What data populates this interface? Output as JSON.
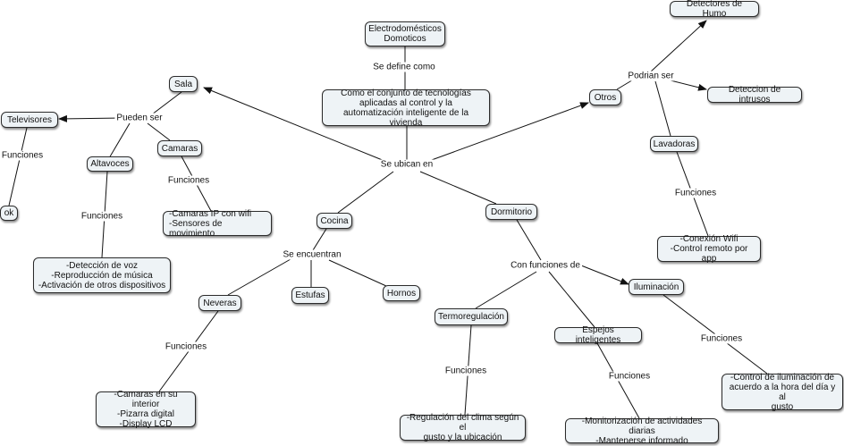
{
  "nodes": {
    "electro": "Electrodomésticos\nDomoticos",
    "concepto": "Como el conjunto de tecnologías\naplicadas al control y la\nautomatización inteligente de la vivienda",
    "sala": "Sala",
    "televisores": "Televisores",
    "ok": "ok",
    "altavoces": "Altavoces",
    "altavoces_f": "-Detección de voz\n-Reproducción de música\n-Activación de otros dispositivos",
    "camaras": "Camaras",
    "camaras_f": "-Camaras IP con wifi\n-Sensores de movimiento",
    "cocina": "Cocina",
    "neveras": "Neveras",
    "neveras_f": "-Camaras en su interior\n-Pizarra digital\n-Display LCD",
    "estufas": "Estufas",
    "hornos": "Hornos",
    "dormitorio": "Dormitorio",
    "termo": "Termoregulación",
    "termo_f": "-Regulación del clima según el\ngusto y la ubicación",
    "espejos": "Espejos inteligentes",
    "espejos_f": "-Monitorización de actividades diarias\n-Mantenerse informado",
    "ilum": "Iluminación",
    "ilum_f": "-Control de iluminación de\nacuerdo a la hora del día y al\ngusto",
    "otros": "Otros",
    "humo": "Detectores de Humo",
    "intrusos": "Deteccion de intrusos",
    "lavadoras": "Lavadoras",
    "lavadoras_f": "-Conexión Wifi\n-Control remoto por app"
  },
  "links": {
    "se_define_como": "Se define como",
    "se_ubican_en": "Se ubican en",
    "pueden_ser": "Pueden ser",
    "funciones": "Funciones",
    "se_encuentran": "Se encuentran",
    "con_funciones_de": "Con funciones de",
    "podrian_ser": "Podrian ser"
  },
  "colors": {
    "node_fill": "#eef3f6",
    "line": "#111111"
  }
}
